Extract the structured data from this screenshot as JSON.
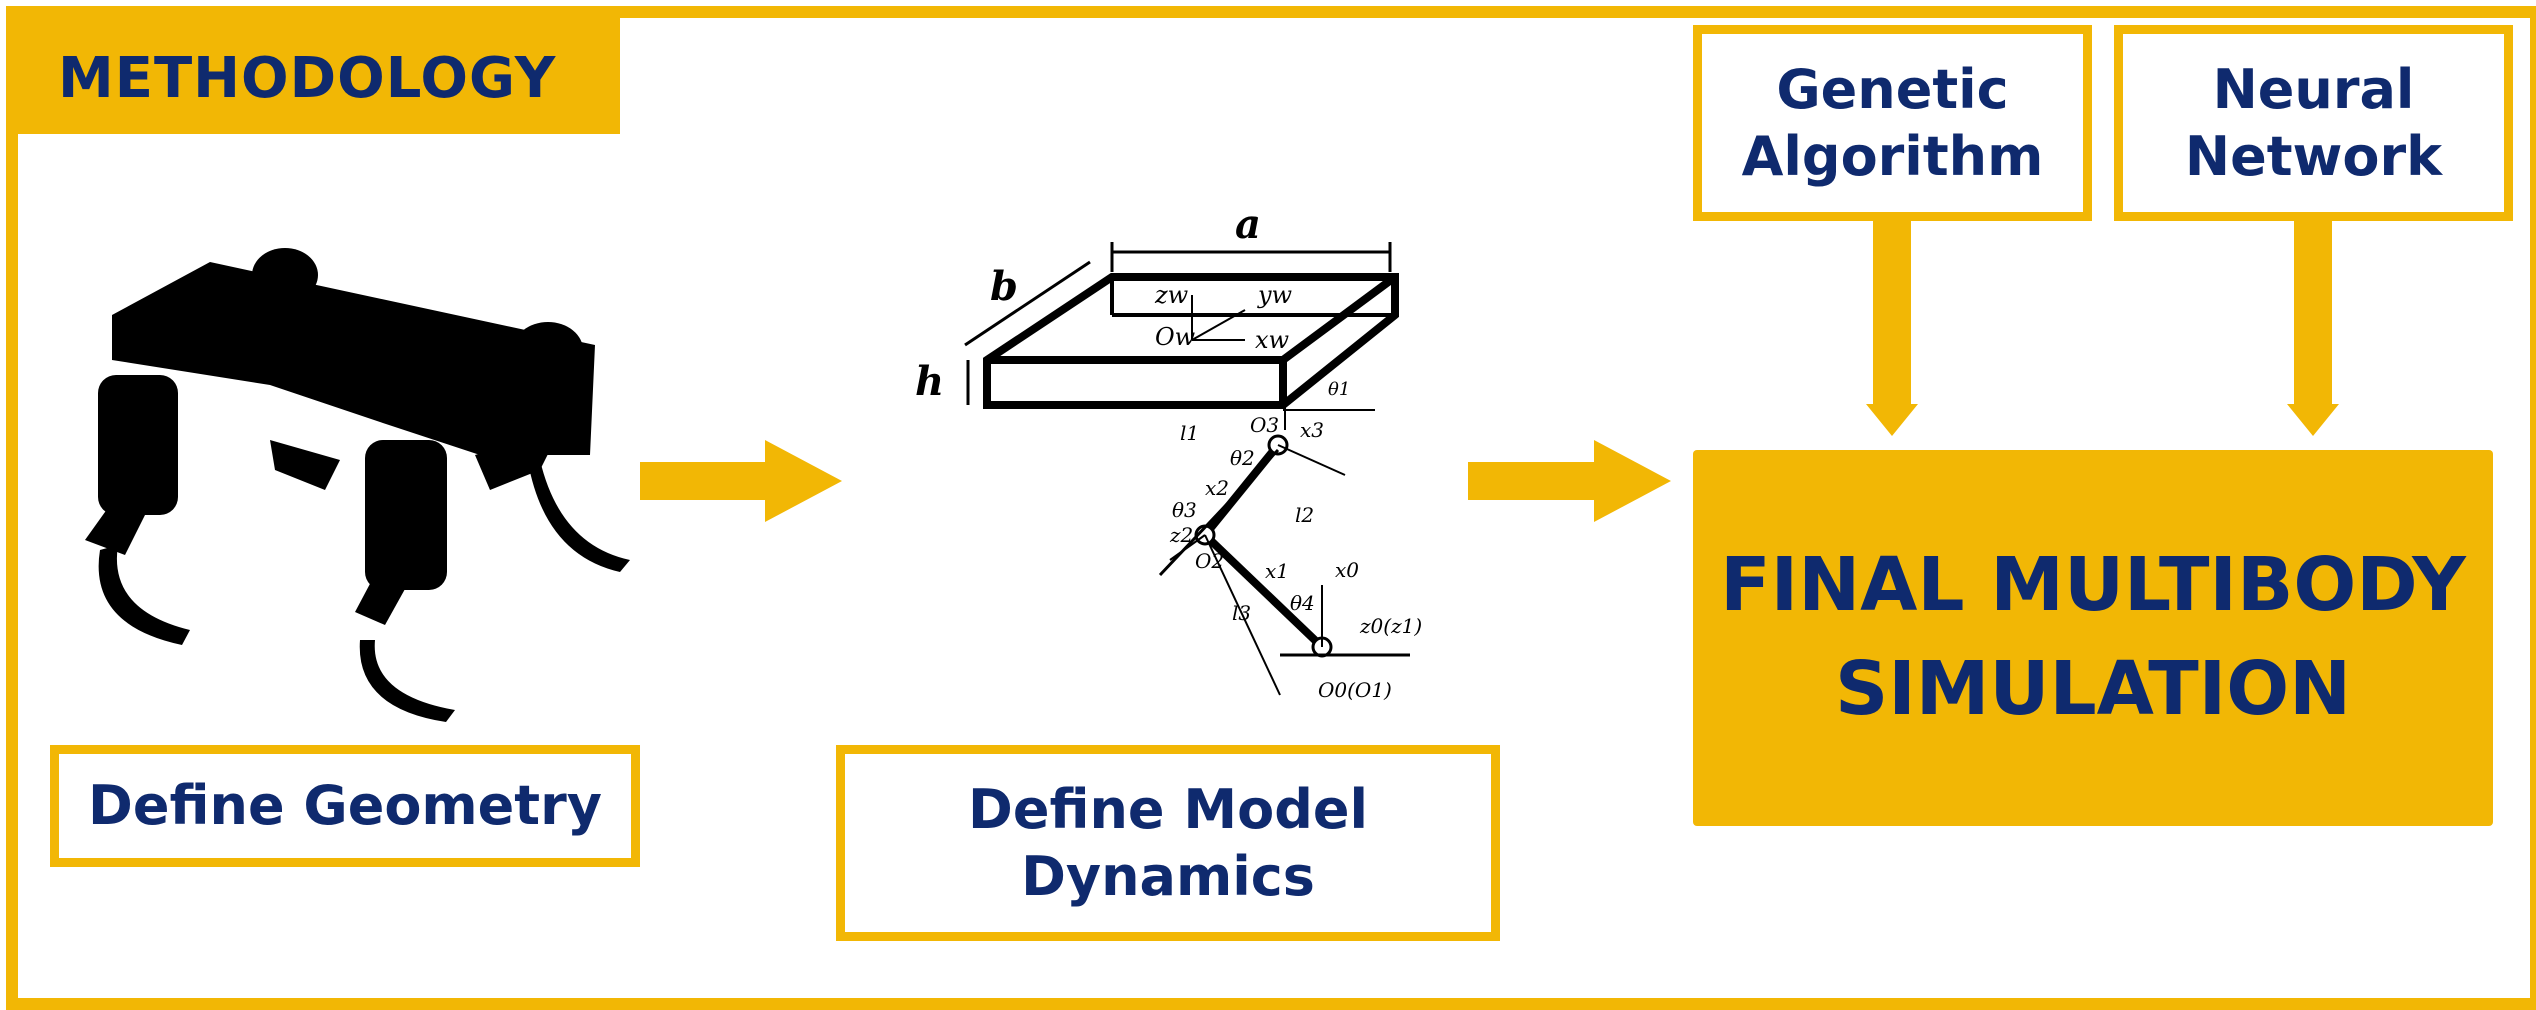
{
  "header": {
    "title": "METHODOLOGY"
  },
  "steps": {
    "define_geometry": "Define Geometry",
    "define_model_dynamics": "Define Model Dynamics",
    "genetic_algorithm": "Genetic Algorithm",
    "neural_network": "Neural Network",
    "final_simulation": "FINAL MULTIBODY SIMULATION"
  },
  "dynamics_figure_labels": {
    "a": "a",
    "b": "b",
    "h": "h",
    "zw": "zw",
    "yw": "yw",
    "xw": "xw",
    "ow": "Ow",
    "l1": "l1",
    "l2": "l2",
    "l3": "l3",
    "o3": "O3",
    "x3": "x3",
    "theta1": "θ1",
    "theta2": "θ2",
    "x2": "x2",
    "theta3": "θ3",
    "z2": "z2",
    "o2": "O2",
    "x1": "x1",
    "theta4": "θ4",
    "x0": "x0",
    "z0z1": "z0(z1)",
    "o0o1": "O0(O1)"
  },
  "colors": {
    "accent": "#F2B705",
    "text": "#0F2A6E",
    "ink": "#000000"
  }
}
